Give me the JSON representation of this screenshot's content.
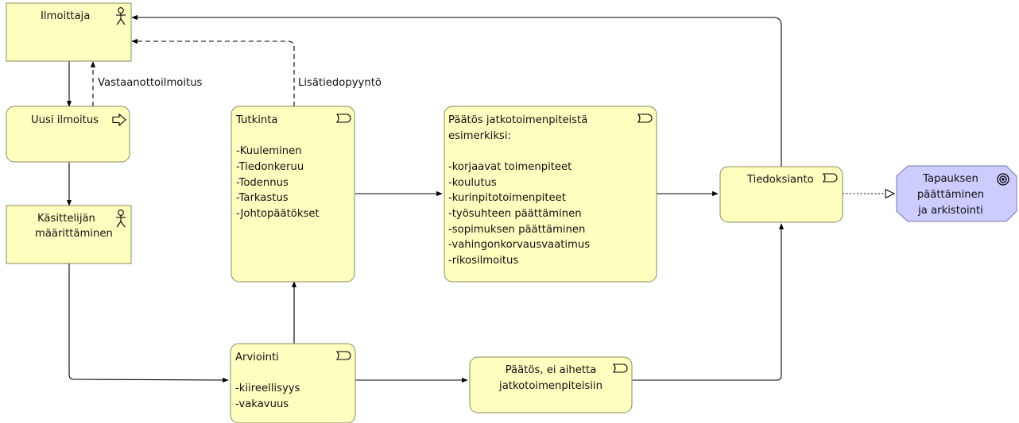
{
  "nodes": {
    "ilmoittaja": {
      "title": "Ilmoittaja"
    },
    "uusi": {
      "title": "Uusi ilmoitus"
    },
    "kasittelija": {
      "lines": [
        "Käsittelijän",
        "määrittäminen"
      ]
    },
    "tutkinta": {
      "title": "Tutkinta",
      "items": [
        "-Kuuleminen",
        "-Tiedonkeruu",
        "-Todennus",
        "-Tarkastus",
        "-Johtopäätökset"
      ]
    },
    "paatos": {
      "title_lines": [
        "Päätös jatkotoimenpiteistä",
        "esimerkiksi:"
      ],
      "items": [
        "-korjaavat toimenpiteet",
        "-koulutus",
        "-kurinpitotoimenpiteet",
        "-työsuhteen päättäminen",
        "-sopimuksen päättäminen",
        "-vahingonkorvausvaatimus",
        "-rikosilmoitus"
      ]
    },
    "tiedoksianto": {
      "title": "Tiedoksianto"
    },
    "arviointi": {
      "title": "Arviointi",
      "items": [
        "-kiireellisyys",
        "-vakavuus"
      ]
    },
    "ei_aihetta": {
      "lines": [
        "Päätös, ei aihetta",
        "jatkotoimenpiteisiin"
      ]
    },
    "tapauksen": {
      "lines": [
        "Tapauksen",
        "päättäminen",
        "ja arkistointi"
      ]
    }
  },
  "edge_labels": {
    "vastaanotto": "Vastaanottoilmoitus",
    "lisatieto": "Lisätiedopyyntö"
  },
  "colors": {
    "node_fill": "#ffffc0",
    "goal_fill": "#ccccff"
  },
  "icons": {
    "actor": "actor-icon",
    "event": "event-arrow-icon",
    "process": "process-icon",
    "goal": "target-icon"
  }
}
